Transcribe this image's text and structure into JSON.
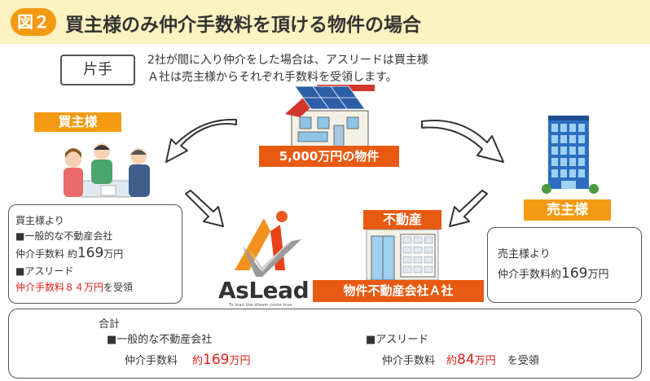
{
  "header": {
    "badge": "図２",
    "title": "買主様のみ仲介手数料を頂ける物件の場合"
  },
  "tag": "片手",
  "intro": {
    "line1": "2社が間に入り仲介をした場合は、アスリードは買主様",
    "line2": "Ａ社は売主様からそれぞれ手数料を受領します。"
  },
  "labels": {
    "buyer": "買主様",
    "seller": "売主様",
    "property": "5,000万円の物件",
    "agency": "物件不動産会社Ａ社",
    "agency_sign": "不動産"
  },
  "logo": {
    "name": "AsLead",
    "tagline": "To lead the dream come true"
  },
  "buyer_box": {
    "line1": "買主様より",
    "line2": "■一般的な不動産会社",
    "line3_prefix": "仲介手数料 約",
    "line3_value": "169",
    "line3_unit": "万円",
    "line4": "■アスリード",
    "line5_red": "仲介手数料８４万円",
    "line5_suffix": "を受領"
  },
  "seller_box": {
    "line1": "売主様より",
    "line2_prefix": "仲介手数料約",
    "line2_value": "169",
    "line2_unit": "万円"
  },
  "total_box": {
    "title": "合計",
    "general_heading": "■一般的な不動産会社",
    "general_fee_label": "仲介手数料",
    "general_fee_prefix": "約",
    "general_fee_value": "169",
    "general_fee_unit": "万円",
    "aslead_heading": "■アスリード",
    "aslead_fee_label": "仲介手数料",
    "aslead_fee_prefix": "約",
    "aslead_fee_value": "84",
    "aslead_fee_unit": "万円",
    "aslead_fee_suffix": "を受領"
  },
  "colors": {
    "header_bg": "#fdf2c0",
    "badge": "#f39a12",
    "property_label": "#e85a12",
    "fee_red": "#e4201b"
  }
}
